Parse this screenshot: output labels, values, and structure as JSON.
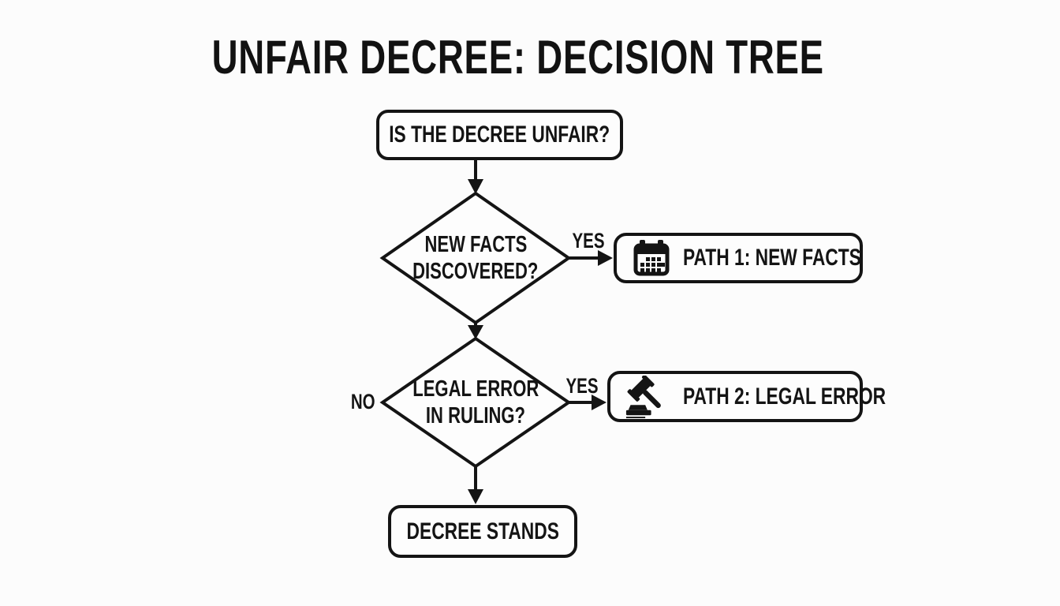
{
  "diagram_title": "UNFAIR DECREE: DECISION TREE",
  "colors": {
    "ink": "#141414",
    "background": "#fcfcfc",
    "node_fill": "#fdfdfd"
  },
  "nodes": {
    "start": {
      "label": "IS THE DECREE UNFAIR?",
      "shape": "rounded-rectangle"
    },
    "decision_new_facts": {
      "line1": "NEW FACTS",
      "line2": "DISCOVERED?",
      "shape": "diamond"
    },
    "decision_legal_error": {
      "line1": "LEGAL ERROR",
      "line2": "IN RULING?",
      "shape": "diamond"
    },
    "path1": {
      "label": "PATH 1: NEW FACTS",
      "icon": "calendar-icon",
      "shape": "rounded-rectangle"
    },
    "path2": {
      "label": "PATH 2: LEGAL ERROR",
      "icon": "gavel-icon",
      "shape": "rounded-rectangle"
    },
    "end": {
      "label": "DECREE STANDS",
      "shape": "rounded-rectangle"
    }
  },
  "edge_labels": {
    "decision1_yes": "YES",
    "decision2_yes": "YES",
    "decision2_no": "NO"
  }
}
